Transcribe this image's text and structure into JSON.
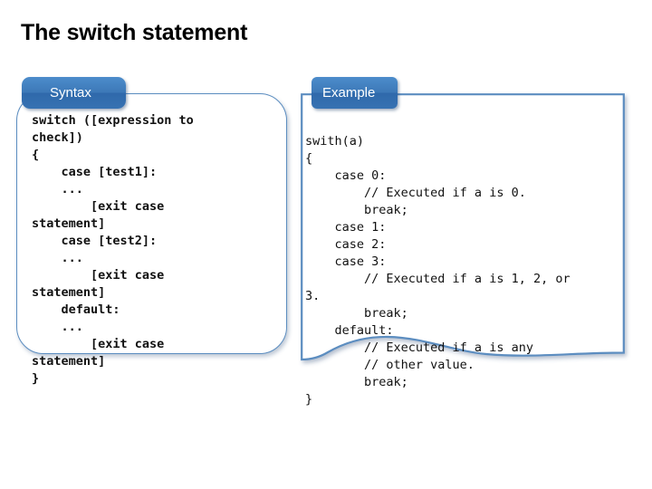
{
  "slide": {
    "title": "The switch statement",
    "background_color": "#ffffff"
  },
  "theme": {
    "badge_blue_light": "#4c8ccb",
    "badge_blue_dark": "#2f69ab",
    "panel_border": "#5b8dc0",
    "text_color": "#000000",
    "code_color": "#111111"
  },
  "panels": {
    "syntax": {
      "badge_label": "Syntax",
      "code": "switch ([expression to\ncheck])\n{\n    case [test1]:\n    ...\n        [exit case\nstatement]\n    case [test2]:\n    ...\n        [exit case\nstatement]\n    default:\n    ...\n        [exit case\nstatement]\n}"
    },
    "example": {
      "badge_label": "Example",
      "code": "swith(a)\n{\n    case 0:\n        // Executed if a is 0.\n        break;\n    case 1:\n    case 2:\n    case 3:\n        // Executed if a is 1, 2, or\n3.\n        break;\n    default:\n        // Executed if a is any\n        // other value.\n        break;\n}"
    }
  }
}
